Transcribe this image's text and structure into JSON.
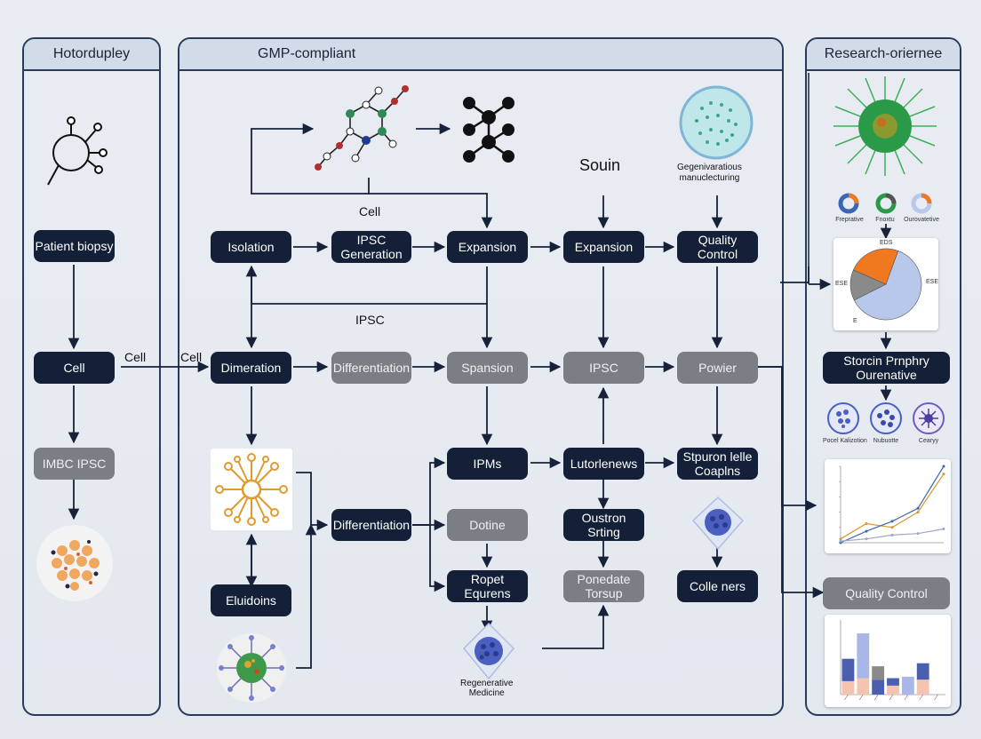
{
  "panels": {
    "left_title": "Hotordupley",
    "center_title": "GMP-compliant",
    "right_title": "Research-oriernee"
  },
  "left_nodes": {
    "patient_biopsy": "Patient biopsy",
    "cell": "Cell",
    "imbc_ipsc": "IMBC IPSC",
    "eluidoins": "Eluidoins"
  },
  "center_nodes": {
    "isolation": "Isolation",
    "ipsc_generation": "IPSC\nGeneration",
    "expansion_1": "Expansion",
    "expansion_2": "Expansion",
    "quality_control": "Quality\nControl",
    "dimeration": "Dimeration",
    "differentiation_grey": "Differentiation",
    "spansion": "Spansion",
    "ipsc_grey": "IPSC",
    "powier": "Powier",
    "ipms": "IPMs",
    "lutorlenews": "Lutorlenews",
    "stpuron_lelle": "Stpuron lelle\nCoaplns",
    "differentiation_dark": "Differentiation",
    "dotine": "Dotine",
    "oustron_srting": "Oustron\nSrting",
    "ropet_equrens": "Ropet\nEqurens",
    "ponedate_torsup": "Ponedate\nTorsup",
    "colle_ners": "Colle ners"
  },
  "center_labels": {
    "cell_top": "Cell",
    "ipsc_mid": "IPSC",
    "souin": "Souin",
    "gegenivaratious": "Gegenivaratious\nmanuclecturing",
    "cell_arrow_left": "Cell",
    "cell_arrow_right": "Cell",
    "regenerative_medicine": "Regenerative\nMedicine"
  },
  "right_panel": {
    "donut_labels": [
      "Freprative",
      "Fnoxtu",
      "Ourovatetive"
    ],
    "pie_labels": [
      "EDS",
      "ESE",
      "ESE",
      "E"
    ],
    "storcin_box": "Storcin Prnphry\nOurenative",
    "circle_labels": [
      "Pocel Kalizotion",
      "Nubuotte",
      "Cearyy"
    ],
    "quality_control": "Quality Control"
  },
  "colors": {
    "dark_node": "#132038",
    "grey_node": "#7a7f86",
    "panel_border": "#2a3a5a",
    "pie_blue": "#b8c8ea",
    "pie_orange": "#f07820",
    "pie_grey": "#8a8a8a"
  },
  "chart_data": [
    {
      "type": "pie",
      "values": [
        62,
        14,
        24
      ],
      "colors": [
        "#b8c8ea",
        "#8a8a8a",
        "#f07820"
      ]
    },
    {
      "type": "line",
      "series": [
        {
          "values": [
            0.05,
            0.25,
            0.2,
            0.4,
            0.9
          ],
          "color": "#d9952e"
        },
        {
          "values": [
            0.0,
            0.15,
            0.28,
            0.45,
            1.0
          ],
          "color": "#3a66b3"
        },
        {
          "values": [
            0.02,
            0.05,
            0.1,
            0.12,
            0.18
          ],
          "color": "#9aa8c8"
        }
      ]
    },
    {
      "type": "bar",
      "categories": [
        "a",
        "b",
        "c",
        "d",
        "e",
        "f",
        "g"
      ],
      "series": [
        {
          "values": [
            0.18,
            0.22,
            0.0,
            0.12,
            0.0,
            0.2,
            0.0
          ],
          "color": "#f4c4b0"
        },
        {
          "values": [
            0.3,
            0.0,
            0.2,
            0.1,
            0.0,
            0.22,
            0.0
          ],
          "color": "#4a5fb0"
        },
        {
          "values": [
            0.0,
            0.6,
            0.0,
            0.0,
            0.24,
            0.0,
            0.0
          ],
          "color": "#a8b6e8"
        },
        {
          "values": [
            0.0,
            0.0,
            0.18,
            0.0,
            0.0,
            0.0,
            0.0
          ],
          "color": "#8a8a8a"
        }
      ]
    }
  ]
}
